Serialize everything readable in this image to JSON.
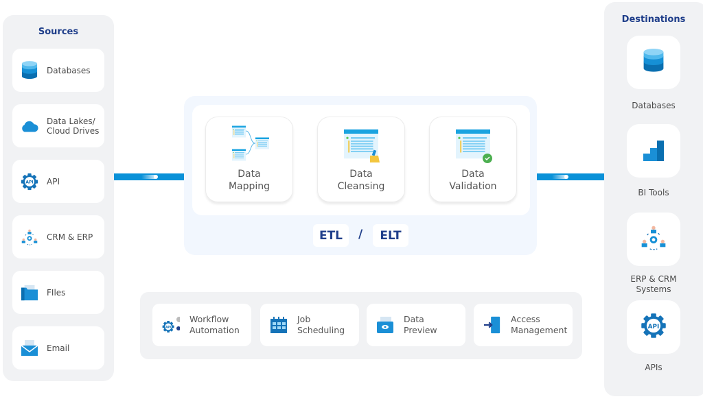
{
  "sources": {
    "title": "Sources",
    "items": [
      {
        "label": "Databases",
        "icon": "database-icon"
      },
      {
        "label": "Data Lakes/\nCloud Drives",
        "icon": "cloud-icon"
      },
      {
        "label": "API",
        "icon": "api-gear-icon"
      },
      {
        "label": "CRM & ERP",
        "icon": "people-network-icon"
      },
      {
        "label": "FIles",
        "icon": "folder-icon"
      },
      {
        "label": "Email",
        "icon": "email-icon"
      }
    ]
  },
  "process": {
    "steps": [
      {
        "label": "Data\nMapping",
        "icon": "data-mapping-icon"
      },
      {
        "label": "Data\nCleansing",
        "icon": "data-cleansing-icon"
      },
      {
        "label": "Data\nValidation",
        "icon": "data-validation-icon"
      }
    ],
    "etl": "ETL",
    "separator": "/",
    "elt": "ELT"
  },
  "features": [
    {
      "label": "Workflow\nAutomation",
      "icon": "gears-icon"
    },
    {
      "label": "Job\nScheduling",
      "icon": "calendar-icon"
    },
    {
      "label": "Data\nPreview",
      "icon": "file-preview-icon"
    },
    {
      "label": "Access\nManagement",
      "icon": "door-enter-icon"
    }
  ],
  "destinations": {
    "title": "Destinations",
    "items": [
      {
        "label": "Databases",
        "icon": "database-icon"
      },
      {
        "label": "BI Tools",
        "icon": "bar-chart-icon"
      },
      {
        "label": "ERP & CRM\nSystems",
        "icon": "people-network-icon"
      },
      {
        "label": "APIs",
        "icon": "api-gear-icon"
      }
    ]
  },
  "colors": {
    "accent": "#0a91d8",
    "title": "#1f3e8a",
    "panel": "#f1f2f4"
  }
}
